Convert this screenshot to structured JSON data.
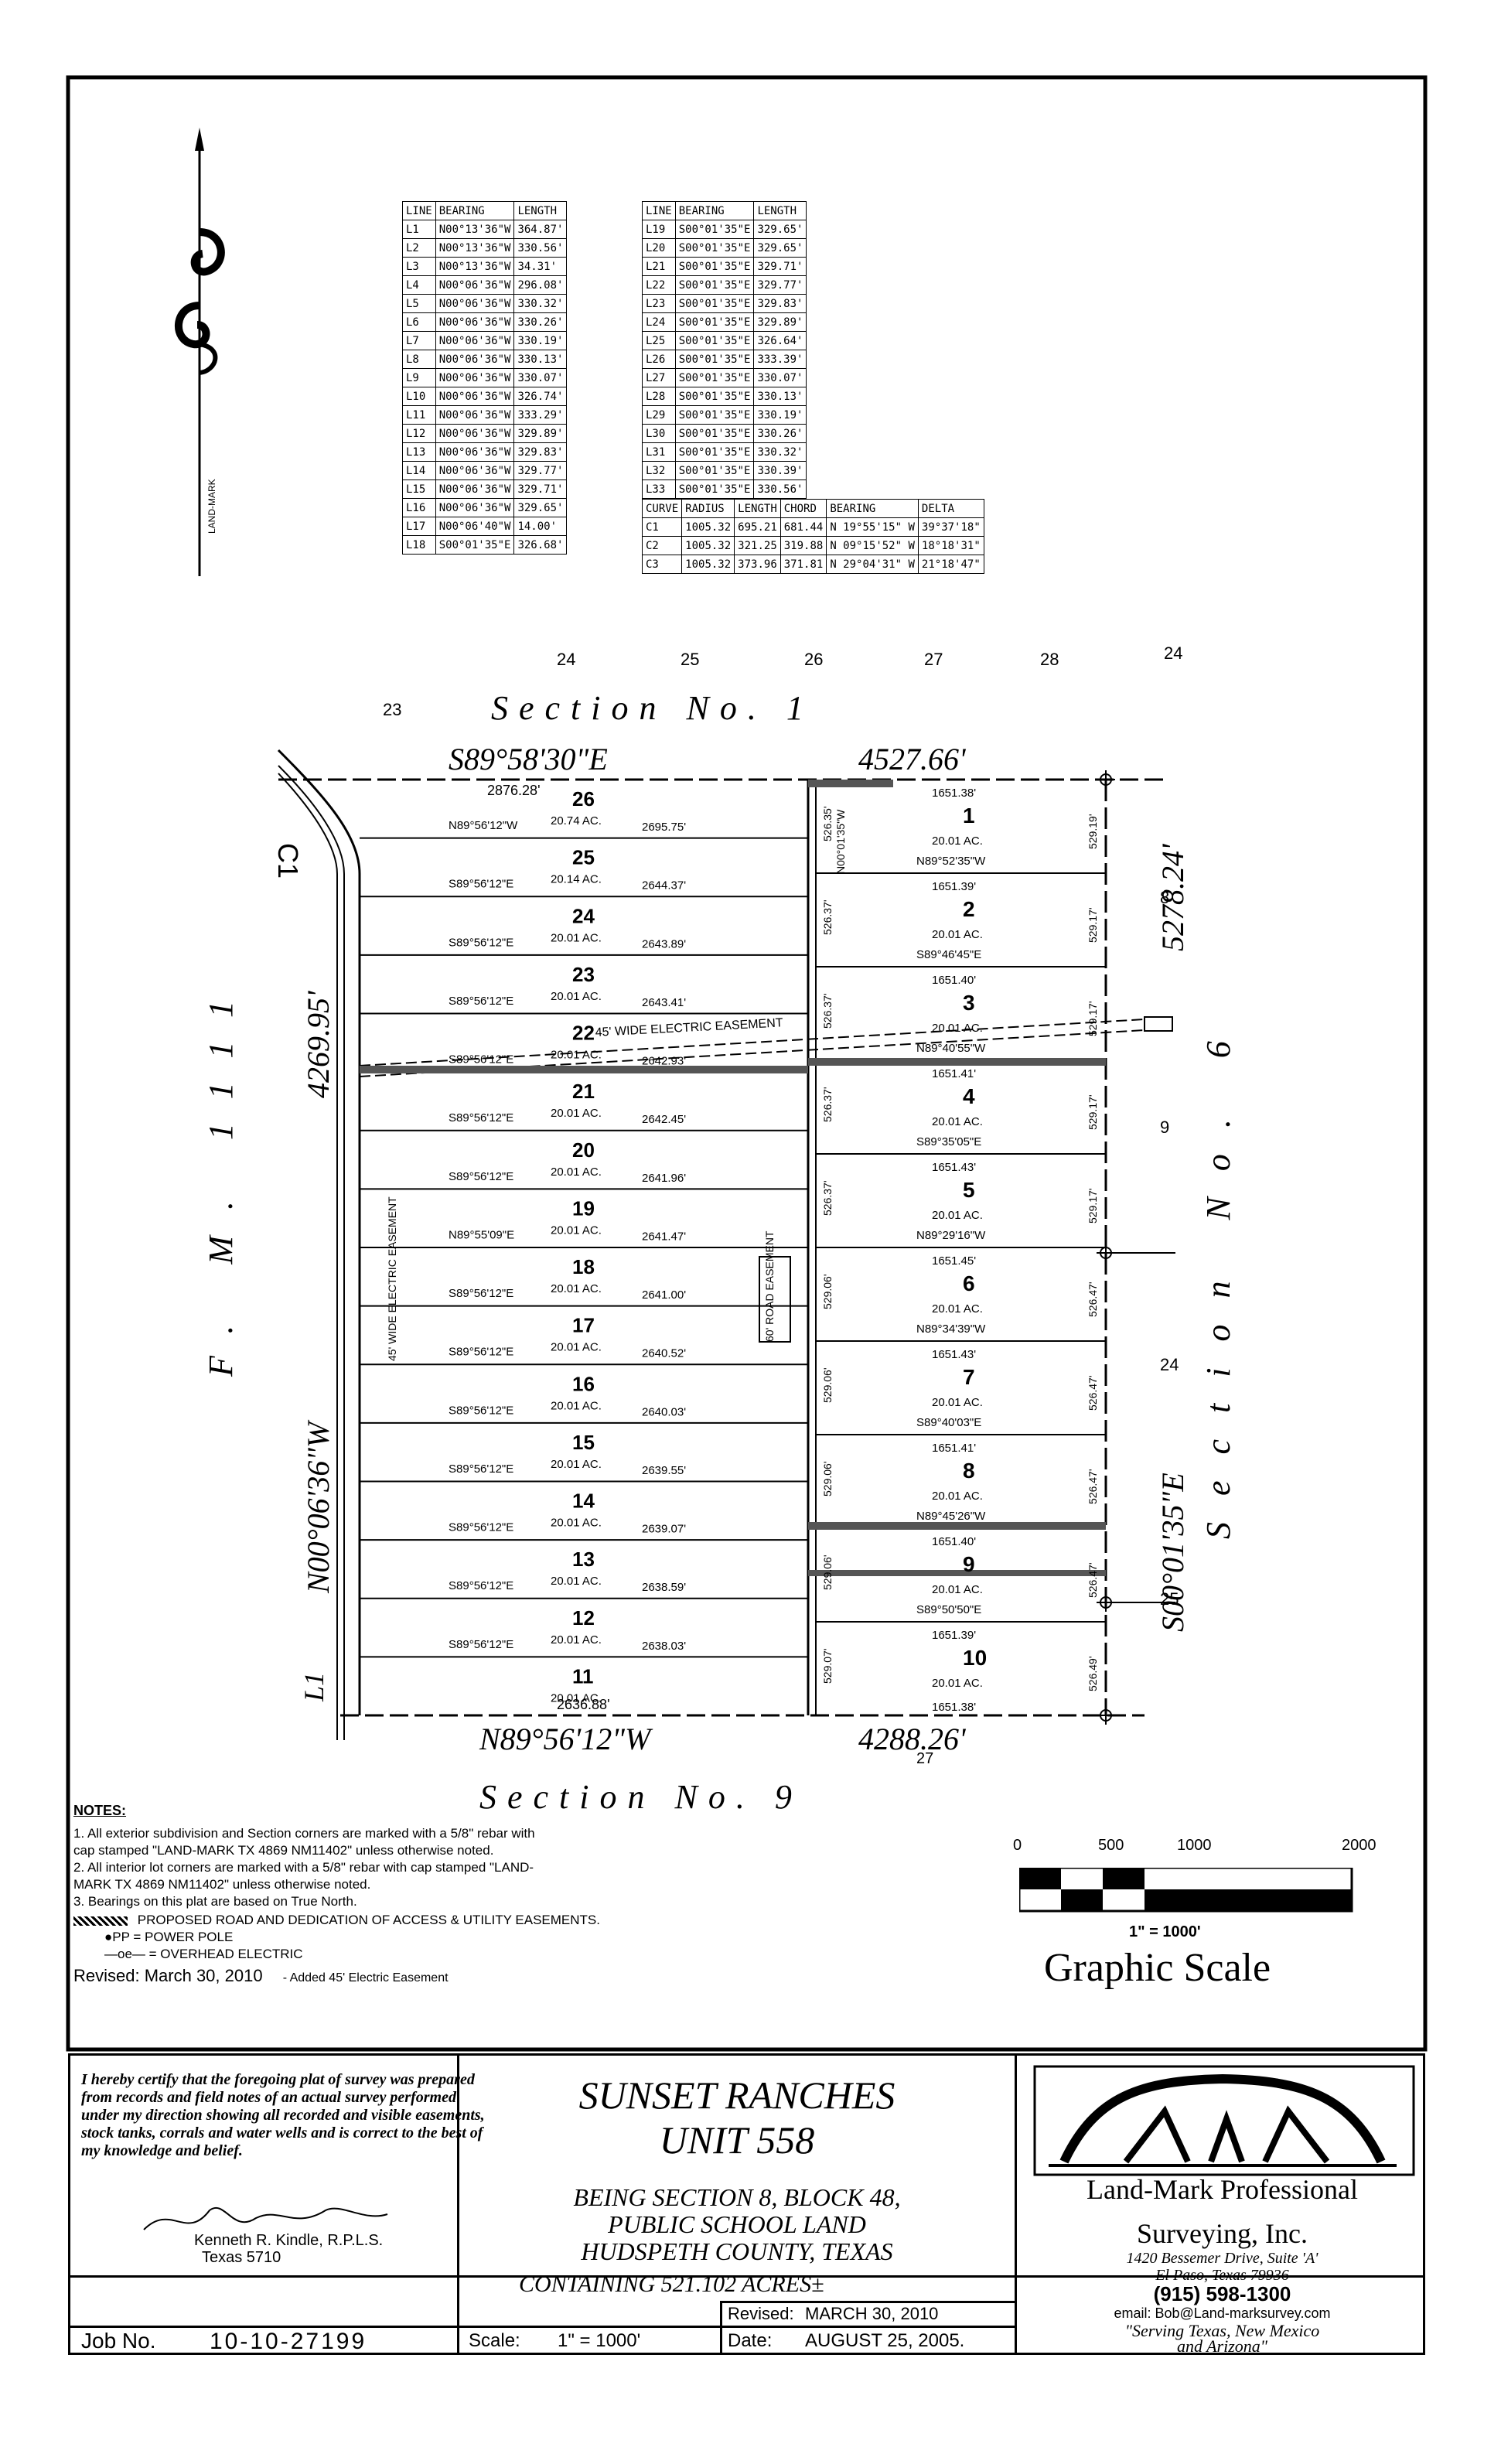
{
  "line_table_1": {
    "headers": [
      "LINE",
      "BEARING",
      "LENGTH"
    ],
    "rows": [
      [
        "L1",
        "N00°13'36\"W",
        "364.87'"
      ],
      [
        "L2",
        "N00°13'36\"W",
        "330.56'"
      ],
      [
        "L3",
        "N00°13'36\"W",
        "34.31'"
      ],
      [
        "L4",
        "N00°06'36\"W",
        "296.08'"
      ],
      [
        "L5",
        "N00°06'36\"W",
        "330.32'"
      ],
      [
        "L6",
        "N00°06'36\"W",
        "330.26'"
      ],
      [
        "L7",
        "N00°06'36\"W",
        "330.19'"
      ],
      [
        "L8",
        "N00°06'36\"W",
        "330.13'"
      ],
      [
        "L9",
        "N00°06'36\"W",
        "330.07'"
      ],
      [
        "L10",
        "N00°06'36\"W",
        "326.74'"
      ],
      [
        "L11",
        "N00°06'36\"W",
        "333.29'"
      ],
      [
        "L12",
        "N00°06'36\"W",
        "329.89'"
      ],
      [
        "L13",
        "N00°06'36\"W",
        "329.83'"
      ],
      [
        "L14",
        "N00°06'36\"W",
        "329.77'"
      ],
      [
        "L15",
        "N00°06'36\"W",
        "329.71'"
      ],
      [
        "L16",
        "N00°06'36\"W",
        "329.65'"
      ],
      [
        "L17",
        "N00°06'40\"W",
        "14.00'"
      ],
      [
        "L18",
        "S00°01'35\"E",
        "326.68'"
      ]
    ]
  },
  "line_table_2": {
    "headers": [
      "LINE",
      "BEARING",
      "LENGTH"
    ],
    "rows": [
      [
        "L19",
        "S00°01'35\"E",
        "329.65'"
      ],
      [
        "L20",
        "S00°01'35\"E",
        "329.65'"
      ],
      [
        "L21",
        "S00°01'35\"E",
        "329.71'"
      ],
      [
        "L22",
        "S00°01'35\"E",
        "329.77'"
      ],
      [
        "L23",
        "S00°01'35\"E",
        "329.83'"
      ],
      [
        "L24",
        "S00°01'35\"E",
        "329.89'"
      ],
      [
        "L25",
        "S00°01'35\"E",
        "326.64'"
      ],
      [
        "L26",
        "S00°01'35\"E",
        "333.39'"
      ],
      [
        "L27",
        "S00°01'35\"E",
        "330.07'"
      ],
      [
        "L28",
        "S00°01'35\"E",
        "330.13'"
      ],
      [
        "L29",
        "S00°01'35\"E",
        "330.19'"
      ],
      [
        "L30",
        "S00°01'35\"E",
        "330.26'"
      ],
      [
        "L31",
        "S00°01'35\"E",
        "330.32'"
      ],
      [
        "L32",
        "S00°01'35\"E",
        "330.39'"
      ],
      [
        "L33",
        "S00°01'35\"E",
        "330.56'"
      ]
    ]
  },
  "curve_table": {
    "headers": [
      "CURVE",
      "RADIUS",
      "LENGTH",
      "CHORD",
      "BEARING",
      "DELTA"
    ],
    "rows": [
      [
        "C1",
        "1005.32",
        "695.21",
        "681.44",
        "N 19°55'15\" W",
        "39°37'18\""
      ],
      [
        "C2",
        "1005.32",
        "321.25",
        "319.88",
        "N 09°15'52\" W",
        "18°18'31\""
      ],
      [
        "C3",
        "1005.32",
        "373.96",
        "371.81",
        "N 29°04'31\" W",
        "21°18'47\""
      ]
    ]
  },
  "north_arrow_label": "LAND-MARK",
  "plat": {
    "top_section_numbers": [
      "24",
      "25",
      "26",
      "27",
      "28"
    ],
    "top_right_number": "24",
    "top_left_number": "23",
    "section_1": "Section No. 1",
    "section_9": "Section No. 9",
    "section_6": "Section No. 6",
    "fm_1111": "F. M. 1111",
    "north_bearing": "S89°58'30\"E",
    "north_dist": "4527.66'",
    "south_bearing": "N89°56'12\"W",
    "south_dist": "4288.26'",
    "south_27": "27",
    "west_bearing": "N00°06'36\"W",
    "west_dist": "4269.95'",
    "east_bearing": "S00°01'35\"E",
    "east_dist": "5278.24'",
    "right_nums": [
      "8",
      "9",
      "24",
      "25"
    ],
    "curve_label": "C1",
    "l1_label": "L1",
    "easement_label": "45' WIDE ELECTRIC EASEMENT",
    "west_easement": "45' WIDE ELECTRIC EASEMENT",
    "road_easement": "60' ROAD EASEMENT",
    "top_2876": "2876.28'",
    "bottom_2636": "2636.88'",
    "west_lots": [
      {
        "num": "26",
        "acres": "20.74 AC.",
        "bearing": "N89°56'12\"W",
        "len": "2695.75'"
      },
      {
        "num": "25",
        "acres": "20.14 AC.",
        "bearing": "S89°56'12\"E",
        "len": "2644.37'"
      },
      {
        "num": "24",
        "acres": "20.01 AC.",
        "bearing": "S89°56'12\"E",
        "len": "2643.89'"
      },
      {
        "num": "23",
        "acres": "20.01 AC.",
        "bearing": "S89°56'12\"E",
        "len": "2643.41'"
      },
      {
        "num": "22",
        "acres": "20.01 AC.",
        "bearing": "S89°56'12\"E",
        "len": "2642.93'"
      },
      {
        "num": "21",
        "acres": "20.01 AC.",
        "bearing": "S89°56'12\"E",
        "len": "2642.45'"
      },
      {
        "num": "20",
        "acres": "20.01 AC.",
        "bearing": "S89°56'12\"E",
        "len": "2641.96'"
      },
      {
        "num": "19",
        "acres": "20.01 AC.",
        "bearing": "N89°55'09\"E",
        "len": "2641.47'"
      },
      {
        "num": "18",
        "acres": "20.01 AC.",
        "bearing": "S89°56'12\"E",
        "len": "2641.00'"
      },
      {
        "num": "17",
        "acres": "20.01 AC.",
        "bearing": "S89°56'12\"E",
        "len": "2640.52'"
      },
      {
        "num": "16",
        "acres": "20.01 AC.",
        "bearing": "S89°56'12\"E",
        "len": "2640.03'"
      },
      {
        "num": "15",
        "acres": "20.01 AC.",
        "bearing": "S89°56'12\"E",
        "len": "2639.55'"
      },
      {
        "num": "14",
        "acres": "20.01 AC.",
        "bearing": "S89°56'12\"E",
        "len": "2639.07'"
      },
      {
        "num": "13",
        "acres": "20.01 AC.",
        "bearing": "S89°56'12\"E",
        "len": "2638.59'"
      },
      {
        "num": "12",
        "acres": "20.01 AC.",
        "bearing": "S89°56'12\"E",
        "len": "2638.03'"
      },
      {
        "num": "11",
        "acres": "20.01 AC.",
        "bearing": "",
        "len": ""
      }
    ],
    "east_lots": [
      {
        "num": "1",
        "acres": "20.01 AC.",
        "len": "1651.38'",
        "bearing": "N89°52'35\"W"
      },
      {
        "num": "2",
        "acres": "20.01 AC.",
        "len": "1651.39'",
        "bearing": "S89°46'45\"E"
      },
      {
        "num": "3",
        "acres": "20.01 AC.",
        "len": "1651.40'",
        "bearing": "N89°40'55\"W"
      },
      {
        "num": "4",
        "acres": "20.01 AC.",
        "len": "1651.41'",
        "bearing": "S89°35'05\"E"
      },
      {
        "num": "5",
        "acres": "20.01 AC.",
        "len": "1651.43'",
        "bearing": "N89°29'16\"W"
      },
      {
        "num": "6",
        "acres": "20.01 AC.",
        "len": "1651.45'",
        "bearing": "N89°34'39\"W"
      },
      {
        "num": "7",
        "acres": "20.01 AC.",
        "len": "1651.43'",
        "bearing": "S89°40'03\"E"
      },
      {
        "num": "8",
        "acres": "20.01 AC.",
        "len": "1651.41'",
        "bearing": "N89°45'26\"W"
      },
      {
        "num": "9",
        "acres": "20.01 AC.",
        "len": "1651.40'",
        "bearing": "S89°50'50\"E"
      },
      {
        "num": "10",
        "acres": "20.01 AC.",
        "len": "1651.39'",
        "bearing": ""
      }
    ],
    "east_bottom_len": "1651.38'",
    "east_side_lens": [
      "529.19'",
      "529.17'",
      "529.17'",
      "529.17'",
      "529.17'",
      "526.47'",
      "526.47'",
      "526.47'",
      "526.47'",
      "526.49'"
    ],
    "mid_labels": [
      "526.35'",
      "526.37'",
      "526.37'",
      "526.37'",
      "526.37'",
      "529.06'",
      "529.06'",
      "529.06'",
      "529.06'",
      "529.07'"
    ],
    "mid_bearing": "N00°01'35\"W",
    "pp": "PP"
  },
  "notes": {
    "heading": "NOTES:",
    "items": [
      "1. All exterior subdivision and Section corners are marked with a 5/8\" rebar with cap stamped \"LAND-MARK TX 4869 NM11402\" unless otherwise noted.",
      "2. All interior lot corners are marked with a 5/8\" rebar with cap stamped \"LAND-MARK TX 4869 NM11402\" unless otherwise noted.",
      "3. Bearings on this plat are based on True North."
    ],
    "legend": [
      "PROPOSED ROAD AND DEDICATION OF ACCESS & UTILITY EASEMENTS.",
      "PP = POWER POLE",
      "= OVERHEAD ELECTRIC"
    ],
    "revised": "Revised: March 30, 2010",
    "revised_note": "- Added 45' Electric Easement"
  },
  "scale": {
    "ticks": [
      "0",
      "500",
      "1000",
      "2000"
    ],
    "ratio": "1\" = 1000'",
    "title": "Graphic Scale"
  },
  "title_block": {
    "certification": "I hereby certify that the foregoing plat of survey was prepared from records and field notes of an actual survey performed under my direction showing all recorded and visible easements, stock tanks, corrals and water wells and is correct to the best of my knowledge and belief.",
    "surveyor": "Kenneth R. Kindle, R.P.L.S.",
    "license": "Texas 5710",
    "job_label": "Job No.",
    "job_no": "10-10-27199",
    "title1": "SUNSET RANCHES",
    "title2": "UNIT 558",
    "desc1": "BEING SECTION 8, BLOCK 48,",
    "desc2": "PUBLIC SCHOOL LAND",
    "desc3": "HUDSPETH COUNTY, TEXAS",
    "containing": "CONTAINING 521.102 ACRES±",
    "scale_label": "Scale:",
    "scale_value": "1\" = 1000'",
    "revised_label": "Revised:",
    "revised_value": "MARCH 30, 2010",
    "date_label": "Date:",
    "date_value": "AUGUST 25, 2005.",
    "company1": "Land-Mark Professional",
    "company2": "Surveying, Inc.",
    "addr1": "1420 Bessemer Drive, Suite 'A'",
    "addr2": "El Paso, Texas 79936",
    "phone": "(915) 598-1300",
    "email": "email: Bob@Land-marksurvey.com",
    "slogan1": "\"Serving Texas, New Mexico",
    "slogan2": "and Arizona\""
  }
}
